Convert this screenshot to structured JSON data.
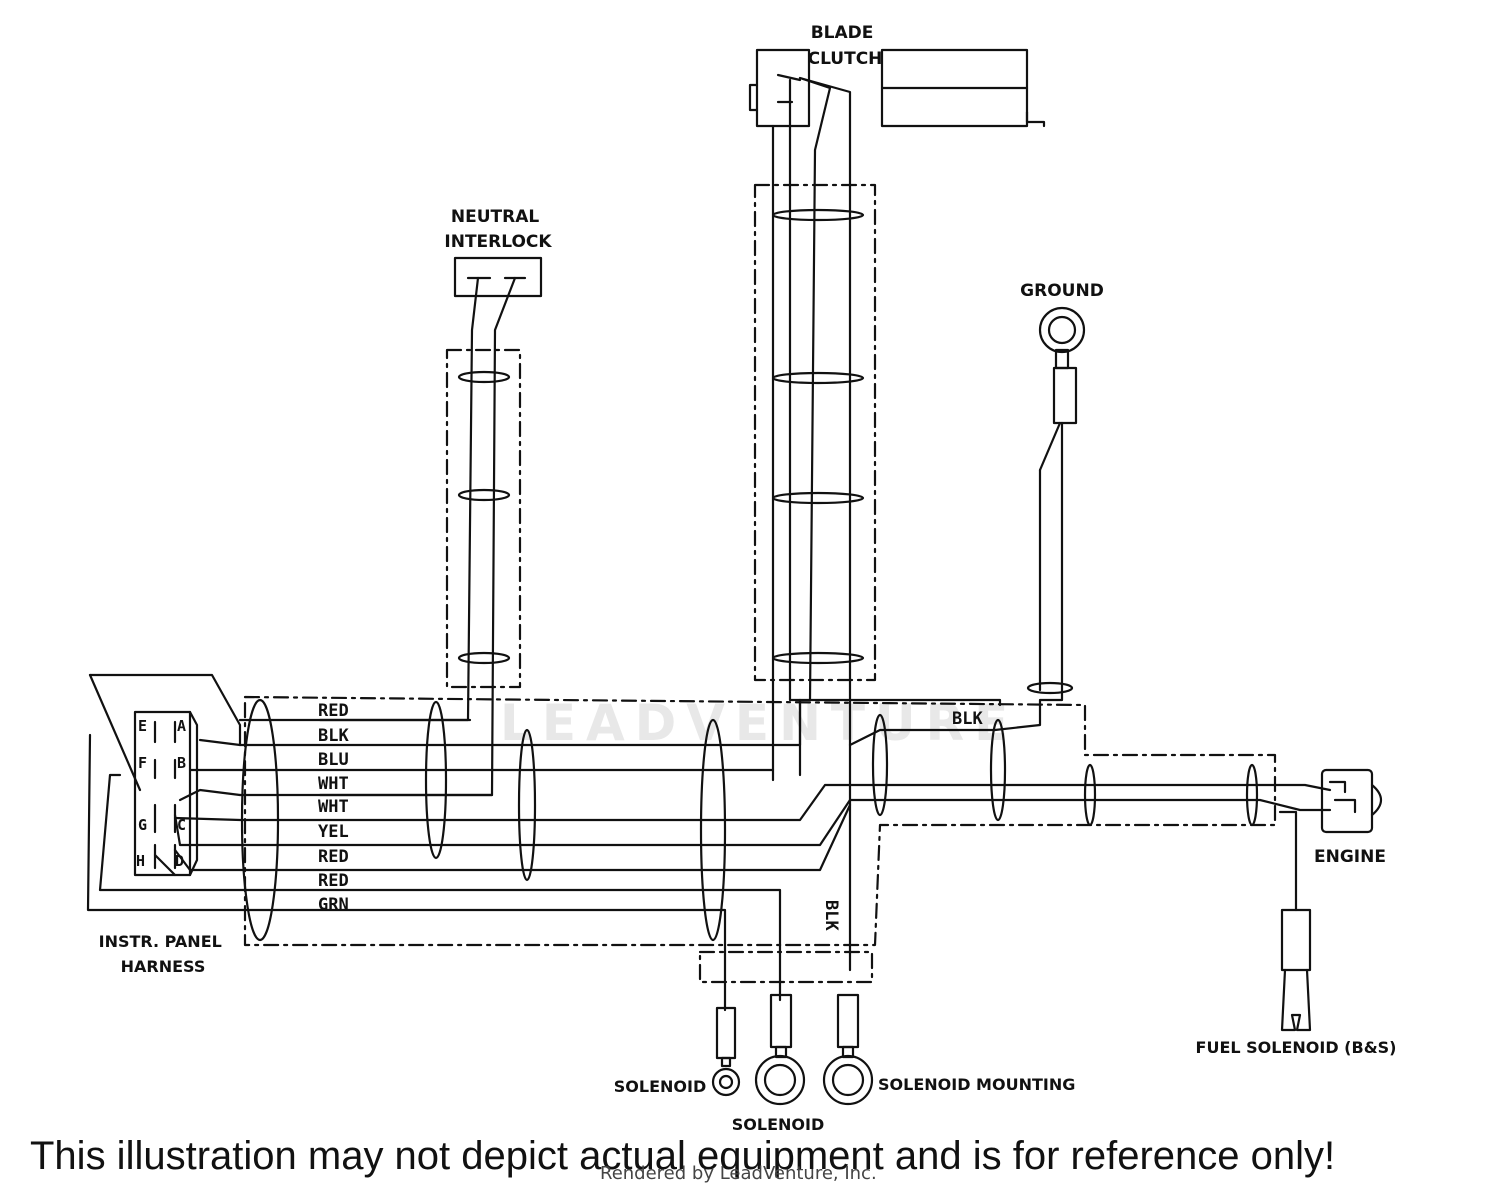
{
  "components": {
    "blade_clutch": "BLADE\nCLUTCH",
    "neutral_interlock": "NEUTRAL\nINTERLOCK",
    "ground": "GROUND",
    "engine": "ENGINE",
    "instr_panel_harness": "INSTR. PANEL\nHARNESS",
    "fuel_solenoid": "FUEL SOLENOID (B&S)",
    "solenoid_left": "SOLENOID",
    "solenoid_center": "SOLENOID",
    "solenoid_mounting": "SOLENOID MOUNTING"
  },
  "wires": [
    "RED",
    "BLK",
    "BLU",
    "WHT",
    "WHT",
    "YEL",
    "RED",
    "RED",
    "GRN"
  ],
  "wire_labels_extra": {
    "blk_top": "BLK",
    "blk_vertical": "BLK"
  },
  "connector_pins": [
    "E",
    "A",
    "F",
    "B",
    "G",
    "C",
    "H",
    "D"
  ],
  "watermark": "LEADVENTURE",
  "disclaimer": "This illustration may not depict actual equipment and is for reference only!",
  "rendered_by": "Rendered by LeadVenture, Inc."
}
